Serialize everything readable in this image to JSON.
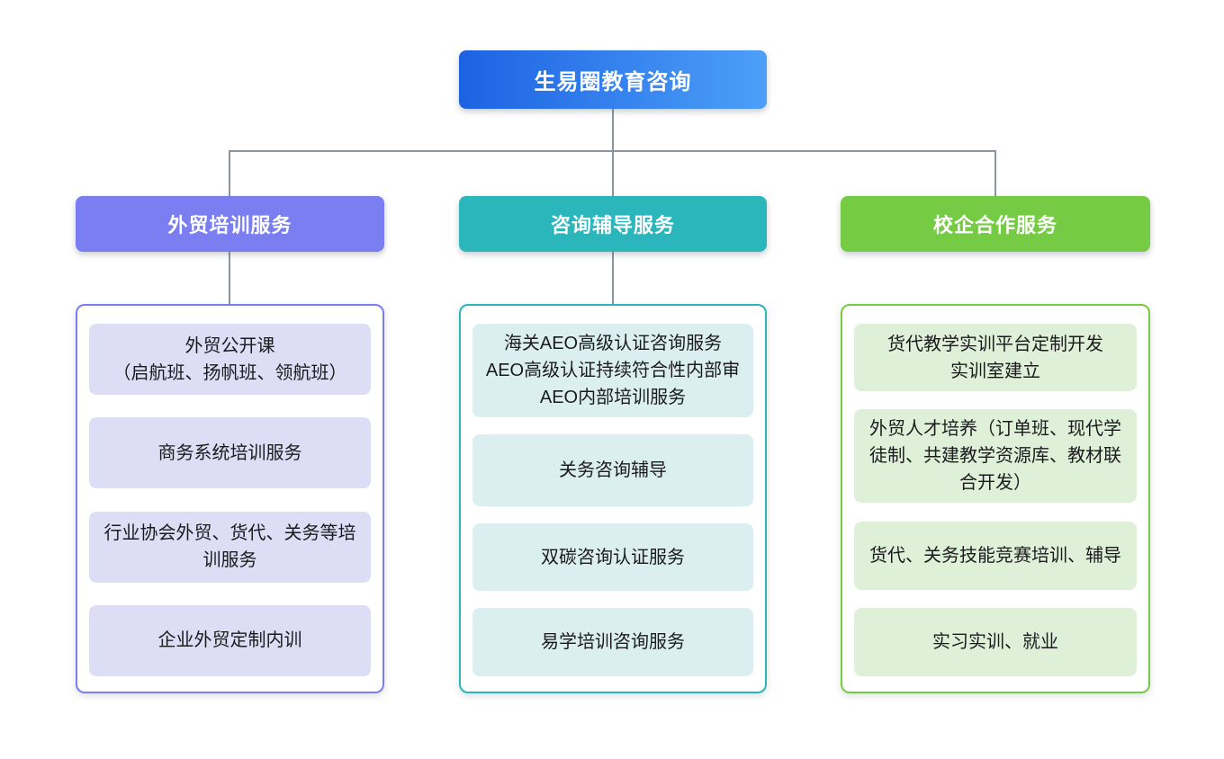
{
  "root": {
    "label": "生易圈教育咨询"
  },
  "branches": [
    {
      "label": "外贸培训服务",
      "color": "#7a7ef1",
      "item_bg": "#deddf6",
      "items": [
        {
          "label": "外贸公开课\n（启航班、扬帆班、领航班）"
        },
        {
          "label": "商务系统培训服务"
        },
        {
          "label": "行业协会外贸、货代、关务等培训服务"
        },
        {
          "label": "企业外贸定制内训"
        }
      ]
    },
    {
      "label": "咨询辅导服务",
      "color": "#2bb6bb",
      "item_bg": "#dbeff1",
      "items": [
        {
          "label": "海关AEO高级认证咨询服务\nAEO高级认证持续符合性内部审\nAEO内部培训服务"
        },
        {
          "label": "关务咨询辅导"
        },
        {
          "label": "双碳咨询认证服务"
        },
        {
          "label": "易学培训咨询服务"
        }
      ]
    },
    {
      "label": "校企合作服务",
      "color": "#76cb44",
      "item_bg": "#dff0d9",
      "items": [
        {
          "label": "货代教学实训平台定制开发\n实训室建立"
        },
        {
          "label": "外贸人才培养（订单班、现代学徒制、共建教学资源库、教材联合开发）"
        },
        {
          "label": "货代、关务技能竞赛培训、辅导"
        },
        {
          "label": "实习实训、就业"
        }
      ]
    }
  ],
  "colors": {
    "root_gradient_start": "#1c63e3",
    "root_gradient_end": "#4d9ff8",
    "connector_line": "#8c959e",
    "text": "#1b1b1d"
  }
}
